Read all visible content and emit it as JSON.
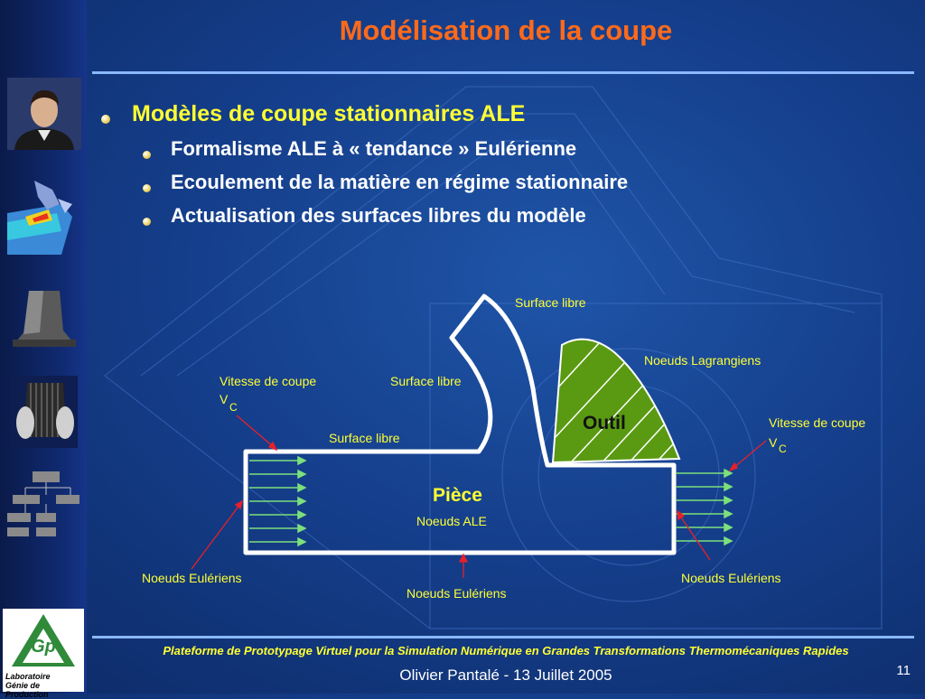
{
  "slide": {
    "title": "Modélisation de la coupe",
    "bullets": {
      "main": "Modèles de coupe stationnaires ALE",
      "sub": [
        "Formalisme ALE à « tendance » Eulérienne",
        "Ecoulement de la matière en régime stationnaire",
        "Actualisation des surfaces libres du modèle"
      ]
    },
    "footer": {
      "platform": "Plateforme de Prototypage Virtuel pour la Simulation Numérique en Grandes Transformations Thermomécaniques Rapides",
      "author_date": "Olivier Pantalé - 13 Juillet 2005",
      "page_number": "11"
    },
    "logo": {
      "initials": "Gp",
      "line1": "Laboratoire",
      "line2": "Génie de Production"
    }
  },
  "diagram": {
    "labels": {
      "free_surface_top": "Surface libre",
      "free_surface_mid": "Surface libre",
      "free_surface_low": "Surface libre",
      "lagrangian_nodes": "Noeuds Lagrangiens",
      "cut_speed_left": "Vitesse de coupe",
      "cut_speed_right": "Vitesse de coupe",
      "vc_symbol_left": "V",
      "vc_sub_left": "C",
      "vc_symbol_right": "V",
      "vc_sub_right": "C",
      "tool": "Outil",
      "workpiece": "Pièce",
      "ale_nodes": "Noeuds ALE",
      "eulerian_left": "Noeuds Eulériens",
      "eulerian_bottom": "Noeuds Eulériens",
      "eulerian_right": "Noeuds Eulériens"
    },
    "colors": {
      "tool_fill": "#5a9a12",
      "arrow": "#7ce07c",
      "pointer": "#e8202a",
      "outline": "#ffffff"
    }
  }
}
